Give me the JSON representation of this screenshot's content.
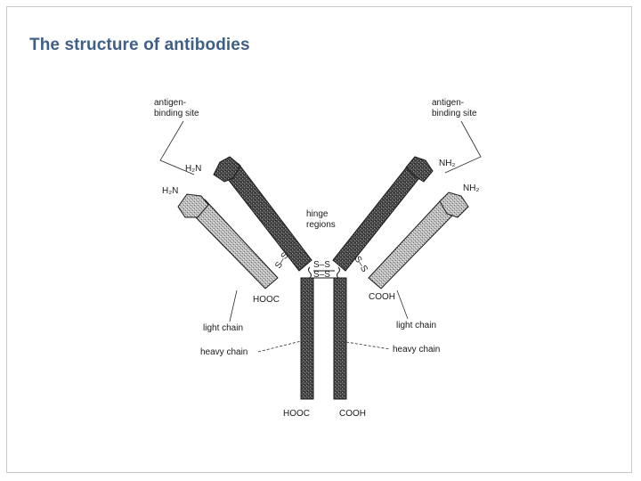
{
  "slide": {
    "title": "The structure of antibodies"
  },
  "diagram": {
    "labels": {
      "antigen_site_left": [
        "antigen-",
        "binding site"
      ],
      "antigen_site_right": [
        "antigen-",
        "binding site"
      ],
      "nh2_heavy_left": "H₂N",
      "nh2_light_left": "H₂N",
      "nh2_heavy_right": "NH₂",
      "nh2_light_right": "NH₂",
      "hinge": [
        "hinge",
        "regions"
      ],
      "cooh_light_left": "HOOC",
      "cooh_light_right": "COOH",
      "light_chain_left": "light chain",
      "light_chain_right": "light chain",
      "heavy_chain_left": "heavy chain",
      "heavy_chain_right": "heavy chain",
      "cooh_heavy_left": "HOOC",
      "cooh_heavy_right": "COOH",
      "ss_left": "S–S",
      "ss_right": "S–S",
      "ss_center_top": "S–S",
      "ss_center_bottom": "S–S"
    }
  }
}
